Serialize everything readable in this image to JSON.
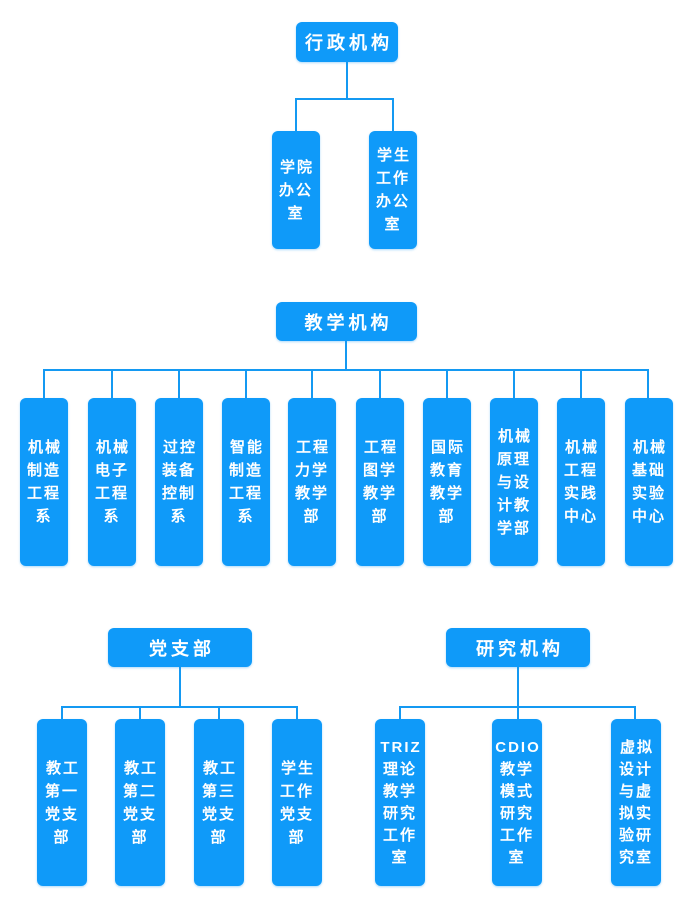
{
  "colors": {
    "box_fill": "#0f9af9",
    "line": "#1499f2",
    "text": "#ffffff",
    "background": "#ffffff"
  },
  "sections": [
    {
      "label": "行政机构",
      "children": [
        {
          "label": "学院办公室",
          "lines": "学院\n办公\n室"
        },
        {
          "label": "学生工作办公室",
          "lines": "学生\n工作\n办公\n室"
        }
      ]
    },
    {
      "label": "教学机构",
      "children": [
        {
          "label": "机械制造工程系",
          "lines": "机械\n制造\n工程\n系"
        },
        {
          "label": "机械电子工程系",
          "lines": "机械\n电子\n工程\n系"
        },
        {
          "label": "过控装备控制系",
          "lines": "过控\n装备\n控制\n系"
        },
        {
          "label": "智能制造工程系",
          "lines": "智能\n制造\n工程\n系"
        },
        {
          "label": "工程力学教学部",
          "lines": "工程\n力学\n教学\n部"
        },
        {
          "label": "工程图学教学部",
          "lines": "工程\n图学\n教学\n部"
        },
        {
          "label": "国际教育教学部",
          "lines": "国际\n教育\n教学\n部"
        },
        {
          "label": "机械原理与设计教学部",
          "lines": "机械\n原理\n与设\n计教\n学部"
        },
        {
          "label": "机械工程实践中心",
          "lines": "机械\n工程\n实践\n中心"
        },
        {
          "label": "机械基础实验中心",
          "lines": "机械\n基础\n实验\n中心"
        }
      ]
    },
    {
      "label": "党支部",
      "children": [
        {
          "label": "教工第一党支部",
          "lines": "教工\n第一\n党支\n部"
        },
        {
          "label": "教工第二党支部",
          "lines": "教工\n第二\n党支\n部"
        },
        {
          "label": "教工第三党支部",
          "lines": "教工\n第三\n党支\n部"
        },
        {
          "label": "学生工作党支部",
          "lines": "学生\n工作\n党支\n部"
        }
      ]
    },
    {
      "label": "研究机构",
      "children": [
        {
          "label": "TRIZ理论教学研究工作室",
          "lines": "TRIZ\n理论\n教学\n研究\n工作\n室"
        },
        {
          "label": "CDIO教学模式研究工作室",
          "lines": "CDIO\n教学\n模式\n研究\n工作\n室"
        },
        {
          "label": "虚拟设计与虚拟实验研究室",
          "lines": "虚拟\n设计\n与虚\n拟实\n验研\n究室"
        }
      ]
    }
  ]
}
